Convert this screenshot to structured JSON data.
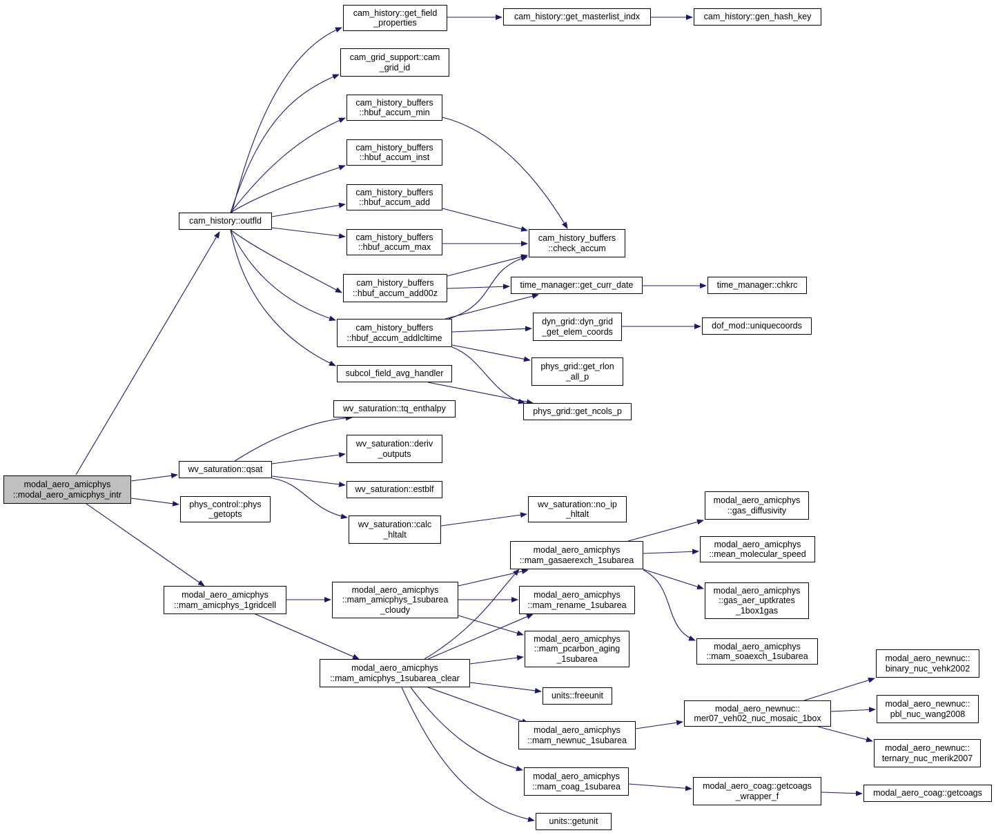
{
  "graph": {
    "colors": {
      "edge": "#191970",
      "node_border": "#000000",
      "node_fill": "#ffffff",
      "root_fill": "#bfbfbf"
    },
    "nodes": [
      {
        "id": "root",
        "lines": [
          "modal_aero_amicphys",
          "::modal_aero_amicphys_intr"
        ],
        "root": true
      },
      {
        "id": "outfld",
        "lines": [
          "cam_history::outfld"
        ]
      },
      {
        "id": "get_field_properties",
        "lines": [
          "cam_history::get_field",
          "_properties"
        ]
      },
      {
        "id": "get_masterlist_indx",
        "lines": [
          "cam_history::get_masterlist_indx"
        ]
      },
      {
        "id": "gen_hash_key",
        "lines": [
          "cam_history::gen_hash_key"
        ]
      },
      {
        "id": "cam_grid_id",
        "lines": [
          "cam_grid_support::cam",
          "_grid_id"
        ]
      },
      {
        "id": "hbuf_accum_min",
        "lines": [
          "cam_history_buffers",
          "::hbuf_accum_min"
        ]
      },
      {
        "id": "hbuf_accum_inst",
        "lines": [
          "cam_history_buffers",
          "::hbuf_accum_inst"
        ]
      },
      {
        "id": "hbuf_accum_add",
        "lines": [
          "cam_history_buffers",
          "::hbuf_accum_add"
        ]
      },
      {
        "id": "hbuf_accum_max",
        "lines": [
          "cam_history_buffers",
          "::hbuf_accum_max"
        ]
      },
      {
        "id": "check_accum",
        "lines": [
          "cam_history_buffers",
          "::check_accum"
        ]
      },
      {
        "id": "hbuf_accum_add00z",
        "lines": [
          "cam_history_buffers",
          "::hbuf_accum_add00z"
        ]
      },
      {
        "id": "get_curr_date",
        "lines": [
          "time_manager::get_curr_date"
        ]
      },
      {
        "id": "chkrc",
        "lines": [
          "time_manager::chkrc"
        ]
      },
      {
        "id": "hbuf_accum_addlcltime",
        "lines": [
          "cam_history_buffers",
          "::hbuf_accum_addlcltime"
        ]
      },
      {
        "id": "dyn_grid_get_elem_coords",
        "lines": [
          "dyn_grid::dyn_grid",
          "_get_elem_coords"
        ]
      },
      {
        "id": "uniquecoords",
        "lines": [
          "dof_mod::uniquecoords"
        ]
      },
      {
        "id": "get_rlon_all_p",
        "lines": [
          "phys_grid::get_rlon",
          "_all_p"
        ]
      },
      {
        "id": "subcol_field_avg_handler",
        "lines": [
          "subcol_field_avg_handler"
        ]
      },
      {
        "id": "get_ncols_p",
        "lines": [
          "phys_grid::get_ncols_p"
        ]
      },
      {
        "id": "tq_enthalpy",
        "lines": [
          "wv_saturation::tq_enthalpy"
        ]
      },
      {
        "id": "qsat",
        "lines": [
          "wv_saturation::qsat"
        ]
      },
      {
        "id": "deriv_outputs",
        "lines": [
          "wv_saturation::deriv",
          "_outputs"
        ]
      },
      {
        "id": "estblf",
        "lines": [
          "wv_saturation::estblf"
        ]
      },
      {
        "id": "calc_hltalt",
        "lines": [
          "wv_saturation::calc",
          "_hltalt"
        ]
      },
      {
        "id": "no_ip_hltalt",
        "lines": [
          "wv_saturation::no_ip",
          "_hltalt"
        ]
      },
      {
        "id": "phys_getopts",
        "lines": [
          "phys_control::phys",
          "_getopts"
        ]
      },
      {
        "id": "gas_diffusivity",
        "lines": [
          "modal_aero_amicphys",
          "::gas_diffusivity"
        ]
      },
      {
        "id": "mam_gasaerexch_1subarea",
        "lines": [
          "modal_aero_amicphys",
          "::mam_gasaerexch_1subarea"
        ]
      },
      {
        "id": "mean_molecular_speed",
        "lines": [
          "modal_aero_amicphys",
          "::mean_molecular_speed"
        ]
      },
      {
        "id": "mam_amicphys_1gridcell",
        "lines": [
          "modal_aero_amicphys",
          "::mam_amicphys_1gridcell"
        ]
      },
      {
        "id": "mam_amicphys_1subarea_cloudy",
        "lines": [
          "modal_aero_amicphys",
          "::mam_amicphys_1subarea",
          "_cloudy"
        ]
      },
      {
        "id": "mam_rename_1subarea",
        "lines": [
          "modal_aero_amicphys",
          "::mam_rename_1subarea"
        ]
      },
      {
        "id": "gas_aer_uptkrates_1box1gas",
        "lines": [
          "modal_aero_amicphys",
          "::gas_aer_uptkrates",
          "_1box1gas"
        ]
      },
      {
        "id": "mam_pcarbon_aging_1subarea",
        "lines": [
          "modal_aero_amicphys",
          "::mam_pcarbon_aging",
          "_1subarea"
        ]
      },
      {
        "id": "mam_soaexch_1subarea",
        "lines": [
          "modal_aero_amicphys",
          "::mam_soaexch_1subarea"
        ]
      },
      {
        "id": "mam_amicphys_1subarea_clear",
        "lines": [
          "modal_aero_amicphys",
          "::mam_amicphys_1subarea_clear"
        ]
      },
      {
        "id": "binary_nuc_vehk2002",
        "lines": [
          "modal_aero_newnuc::",
          "binary_nuc_vehk2002"
        ]
      },
      {
        "id": "freeunit",
        "lines": [
          "units::freeunit"
        ]
      },
      {
        "id": "mer07_veh02_nuc_mosaic_1box",
        "lines": [
          "modal_aero_newnuc::",
          "mer07_veh02_nuc_mosaic_1box"
        ]
      },
      {
        "id": "pbl_nuc_wang2008",
        "lines": [
          "modal_aero_newnuc::",
          "pbl_nuc_wang2008"
        ]
      },
      {
        "id": "mam_newnuc_1subarea",
        "lines": [
          "modal_aero_amicphys",
          "::mam_newnuc_1subarea"
        ]
      },
      {
        "id": "ternary_nuc_merik2007",
        "lines": [
          "modal_aero_newnuc::",
          "ternary_nuc_merik2007"
        ]
      },
      {
        "id": "mam_coag_1subarea",
        "lines": [
          "modal_aero_amicphys",
          "::mam_coag_1subarea"
        ]
      },
      {
        "id": "getcoags_wrapper_f",
        "lines": [
          "modal_aero_coag::getcoags",
          "_wrapper_f"
        ]
      },
      {
        "id": "getcoags",
        "lines": [
          "modal_aero_coag::getcoags"
        ]
      },
      {
        "id": "getunit",
        "lines": [
          "units::getunit"
        ]
      }
    ]
  }
}
